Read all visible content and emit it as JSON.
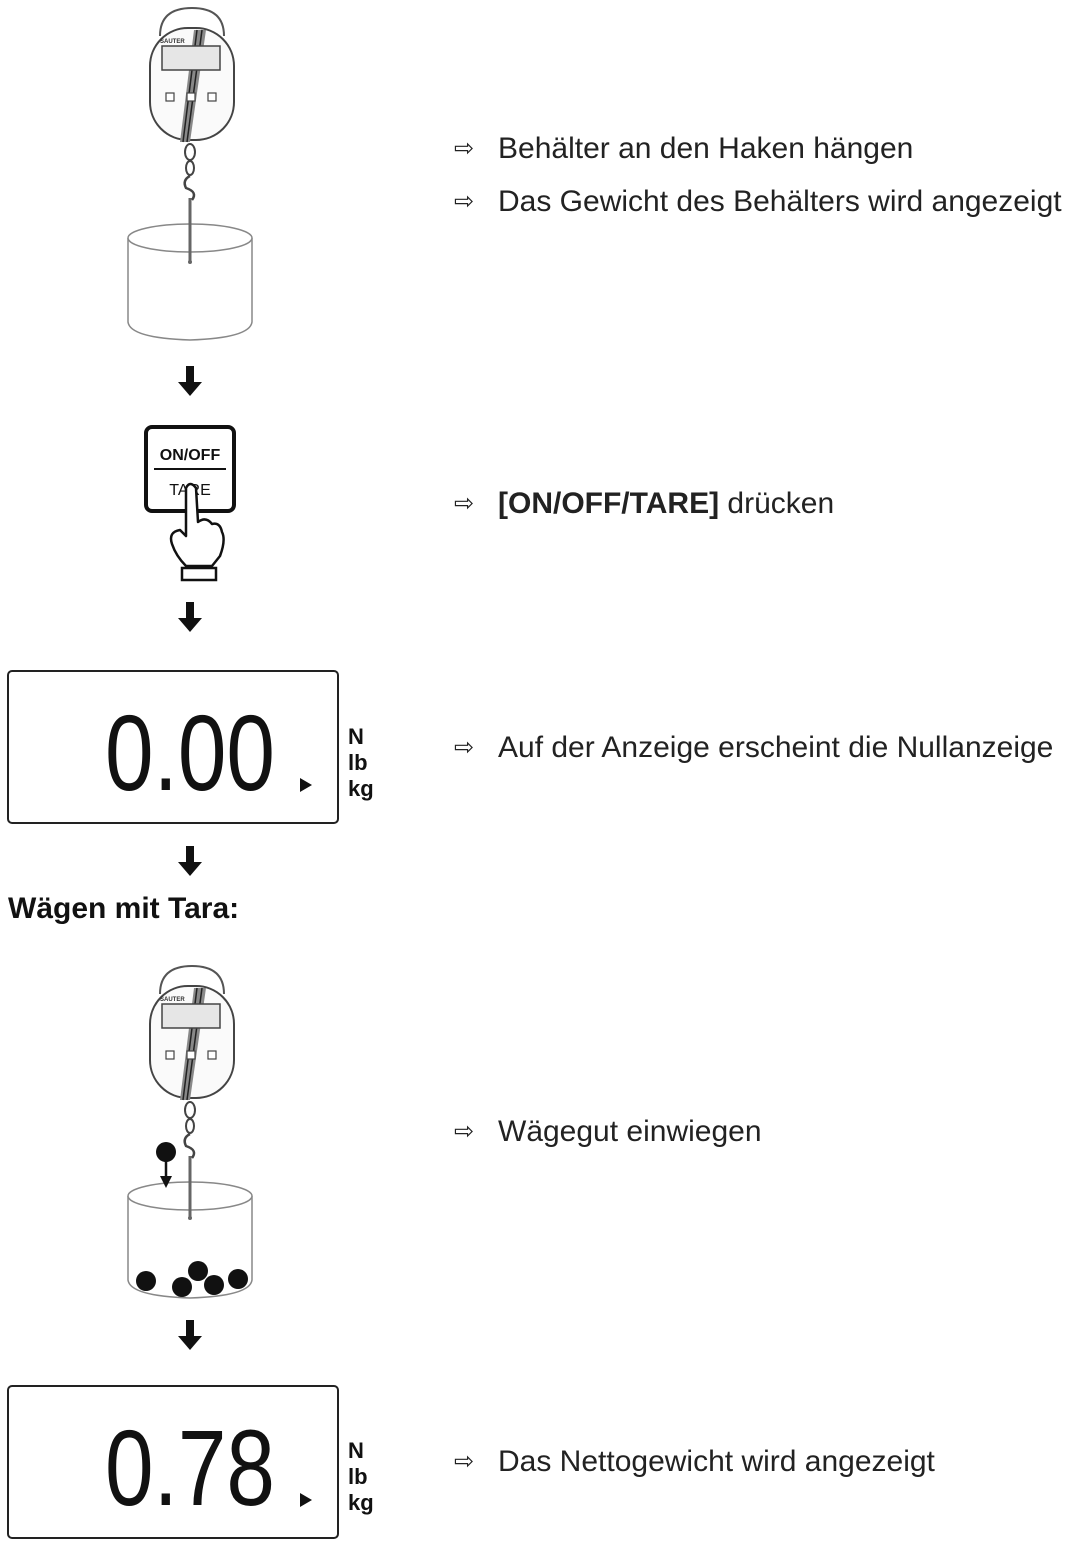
{
  "steps": [
    {
      "arrow": "⇨",
      "text": "Behälter an den Haken hängen"
    },
    {
      "arrow": "⇨",
      "text": "Das Gewicht des Behälters wird angezeigt"
    },
    {
      "arrow": "⇨",
      "key": "[ON/OFF/TARE]",
      "text": " drücken"
    },
    {
      "arrow": "⇨",
      "text": "Auf der Anzeige erscheint die Nullanzeige"
    },
    {
      "arrow": "⇨",
      "text": "Wägegut einwiegen"
    },
    {
      "arrow": "⇨",
      "text": "Das Nettogewicht wird angezeigt"
    }
  ],
  "heading": "Wägen mit Tara:",
  "button": {
    "top_label": "ON/OFF",
    "bottom_label": "TARE"
  },
  "scale_brand": "SAUTER",
  "display1": {
    "reading": "0.00",
    "units": [
      "N",
      "lb",
      "kg"
    ]
  },
  "display2": {
    "reading": "0.78",
    "units": [
      "N",
      "lb",
      "kg"
    ]
  },
  "icons": [
    "hanging-scale-icon",
    "container-icon",
    "down-arrow-icon",
    "pointing-hand-icon",
    "weight-ball-icon"
  ]
}
